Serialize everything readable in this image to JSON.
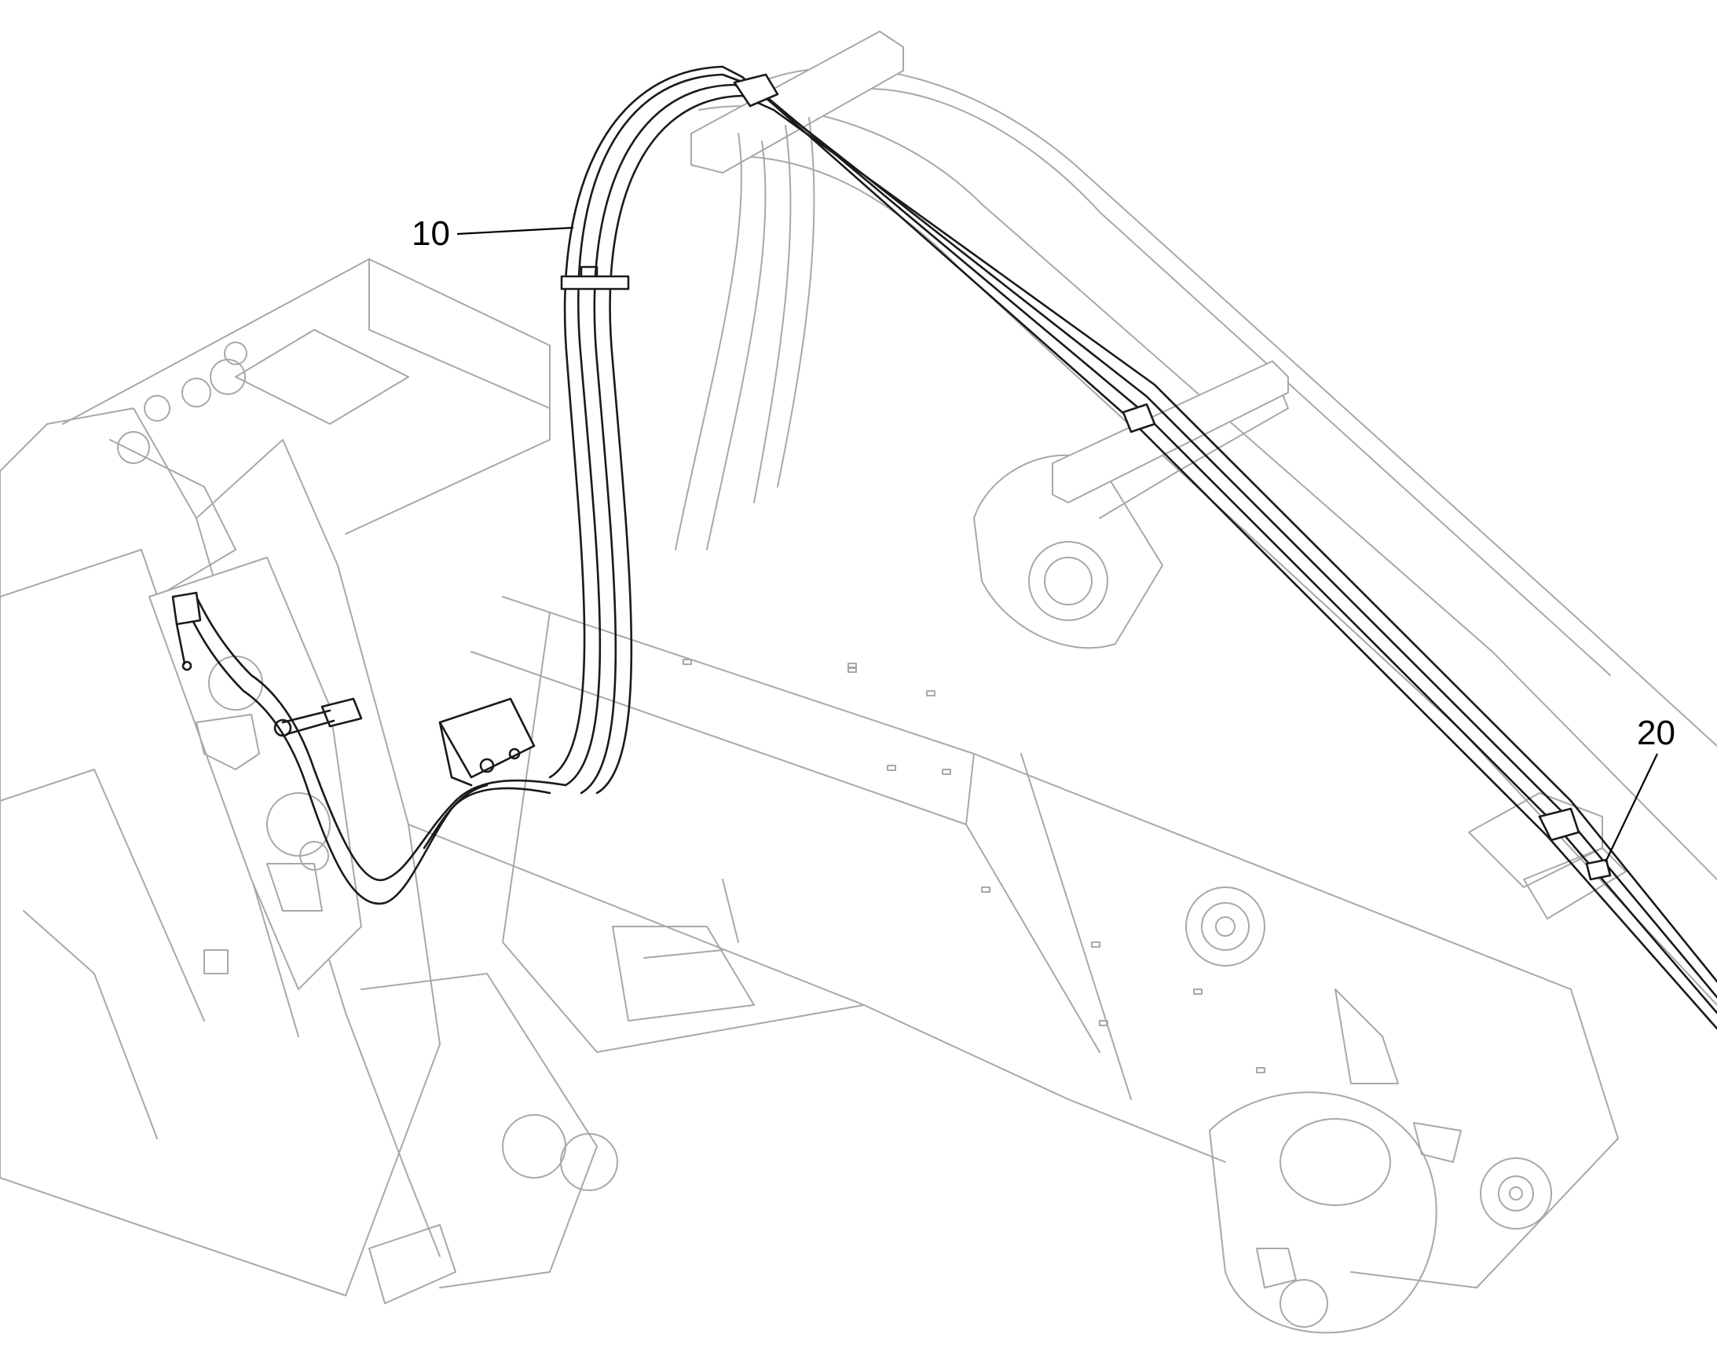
{
  "callouts": [
    {
      "id": "callout-10",
      "label": "10"
    },
    {
      "id": "callout-20",
      "label": "20"
    }
  ],
  "colors": {
    "background": "#ffffff",
    "highlighted_part": "#1a1a1a",
    "context_lines": "#a8a8a8"
  }
}
